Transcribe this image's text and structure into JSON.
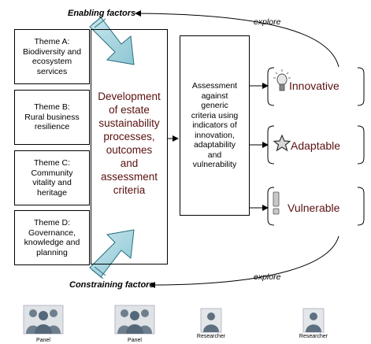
{
  "factors": {
    "enabling": "Enabling factors",
    "constraining": "Constraining factors"
  },
  "explore": {
    "top": "explore",
    "bottom": "explore"
  },
  "themes": [
    {
      "lines": [
        "Theme A:",
        "Biodiversity and",
        "ecosystem",
        "services"
      ]
    },
    {
      "lines": [
        "Theme B:",
        "Rural business",
        "resilience"
      ]
    },
    {
      "lines": [
        "Theme C:",
        "Community",
        "vitality and",
        "heritage"
      ]
    },
    {
      "lines": [
        "Theme D:",
        "Governance,",
        "knowledge and",
        "planning"
      ]
    }
  ],
  "development": {
    "lines": [
      "Development",
      "of estate",
      "sustainability",
      "processes,",
      "outcomes",
      "and",
      "assessment",
      "criteria"
    ]
  },
  "assessment": {
    "lines": [
      "Assessment",
      "against",
      "generic",
      "criteria using",
      "indicators of",
      "innovation,",
      "adaptability",
      "and",
      "vulnerability"
    ]
  },
  "outcomes": [
    {
      "label": "Innovative",
      "icon": "lightbulb-icon"
    },
    {
      "label": "Adaptable",
      "icon": "star-icon"
    },
    {
      "label": "Vulnerable",
      "icon": "exclamation-icon"
    }
  ],
  "people": [
    {
      "label": "Panel",
      "icon": "group-silhouette-icon"
    },
    {
      "label": "Panel",
      "icon": "group-silhouette-icon"
    },
    {
      "label": "Researcher",
      "icon": "person-silhouette-icon"
    },
    {
      "label": "Researcher",
      "icon": "person-silhouette-icon"
    }
  ],
  "colors": {
    "accent_text": "#5a1010",
    "arrow_fill": "#9ed0dc",
    "arrow_stroke": "#2a6e7e"
  }
}
